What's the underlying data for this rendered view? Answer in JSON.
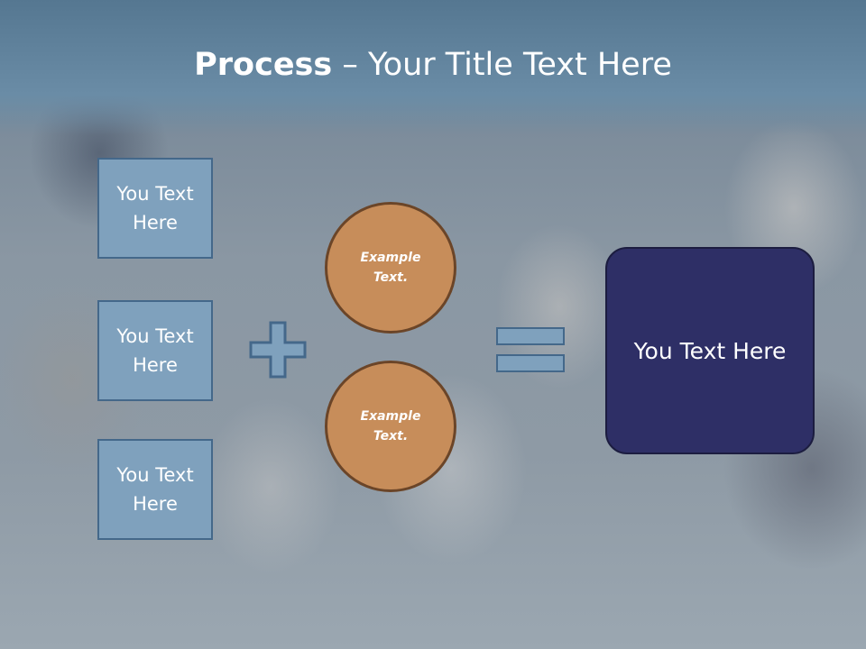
{
  "slide": {
    "title_bold": "Process",
    "title_rest": " – Your Title Text Here",
    "left_boxes": [
      {
        "label": "You Text Here"
      },
      {
        "label": "You Text Here"
      },
      {
        "label": "You Text Here"
      }
    ],
    "circles": [
      {
        "label": "Example Text."
      },
      {
        "label": "Example Text."
      }
    ],
    "result": {
      "label": "You Text Here"
    },
    "colors": {
      "header": "#6a8ca6",
      "box_fill": "#7fa1bd",
      "box_border": "#44688a",
      "circle_fill": "#c78d5a",
      "circle_border": "#6b4528",
      "result_fill": "#2e2f66"
    },
    "icons": [
      "plus-icon",
      "equals-icon"
    ]
  }
}
